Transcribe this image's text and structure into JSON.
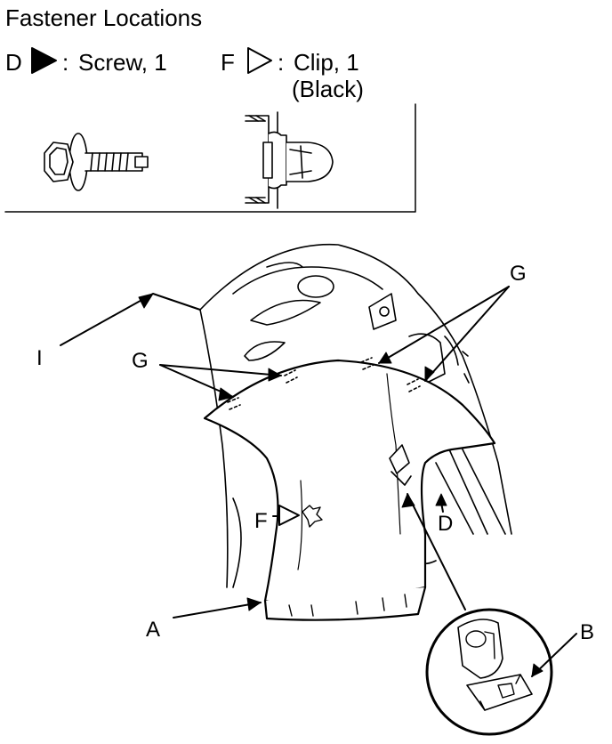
{
  "header": {
    "title": "Fastener Locations"
  },
  "legend": [
    {
      "letter": "D",
      "symbol": "solid-triangle-icon",
      "desc": "Screw, 1",
      "extra": ""
    },
    {
      "letter": "F",
      "symbol": "hollow-triangle-icon",
      "desc": "Clip, 1",
      "extra": "(Black)"
    }
  ],
  "legend_separator": ":",
  "callouts": {
    "A": "A",
    "B": "B",
    "D": "D",
    "F": "F",
    "G_left": "G",
    "G_right": "G",
    "I": "I"
  },
  "colors": {
    "ink": "#000000",
    "background": "#ffffff"
  }
}
